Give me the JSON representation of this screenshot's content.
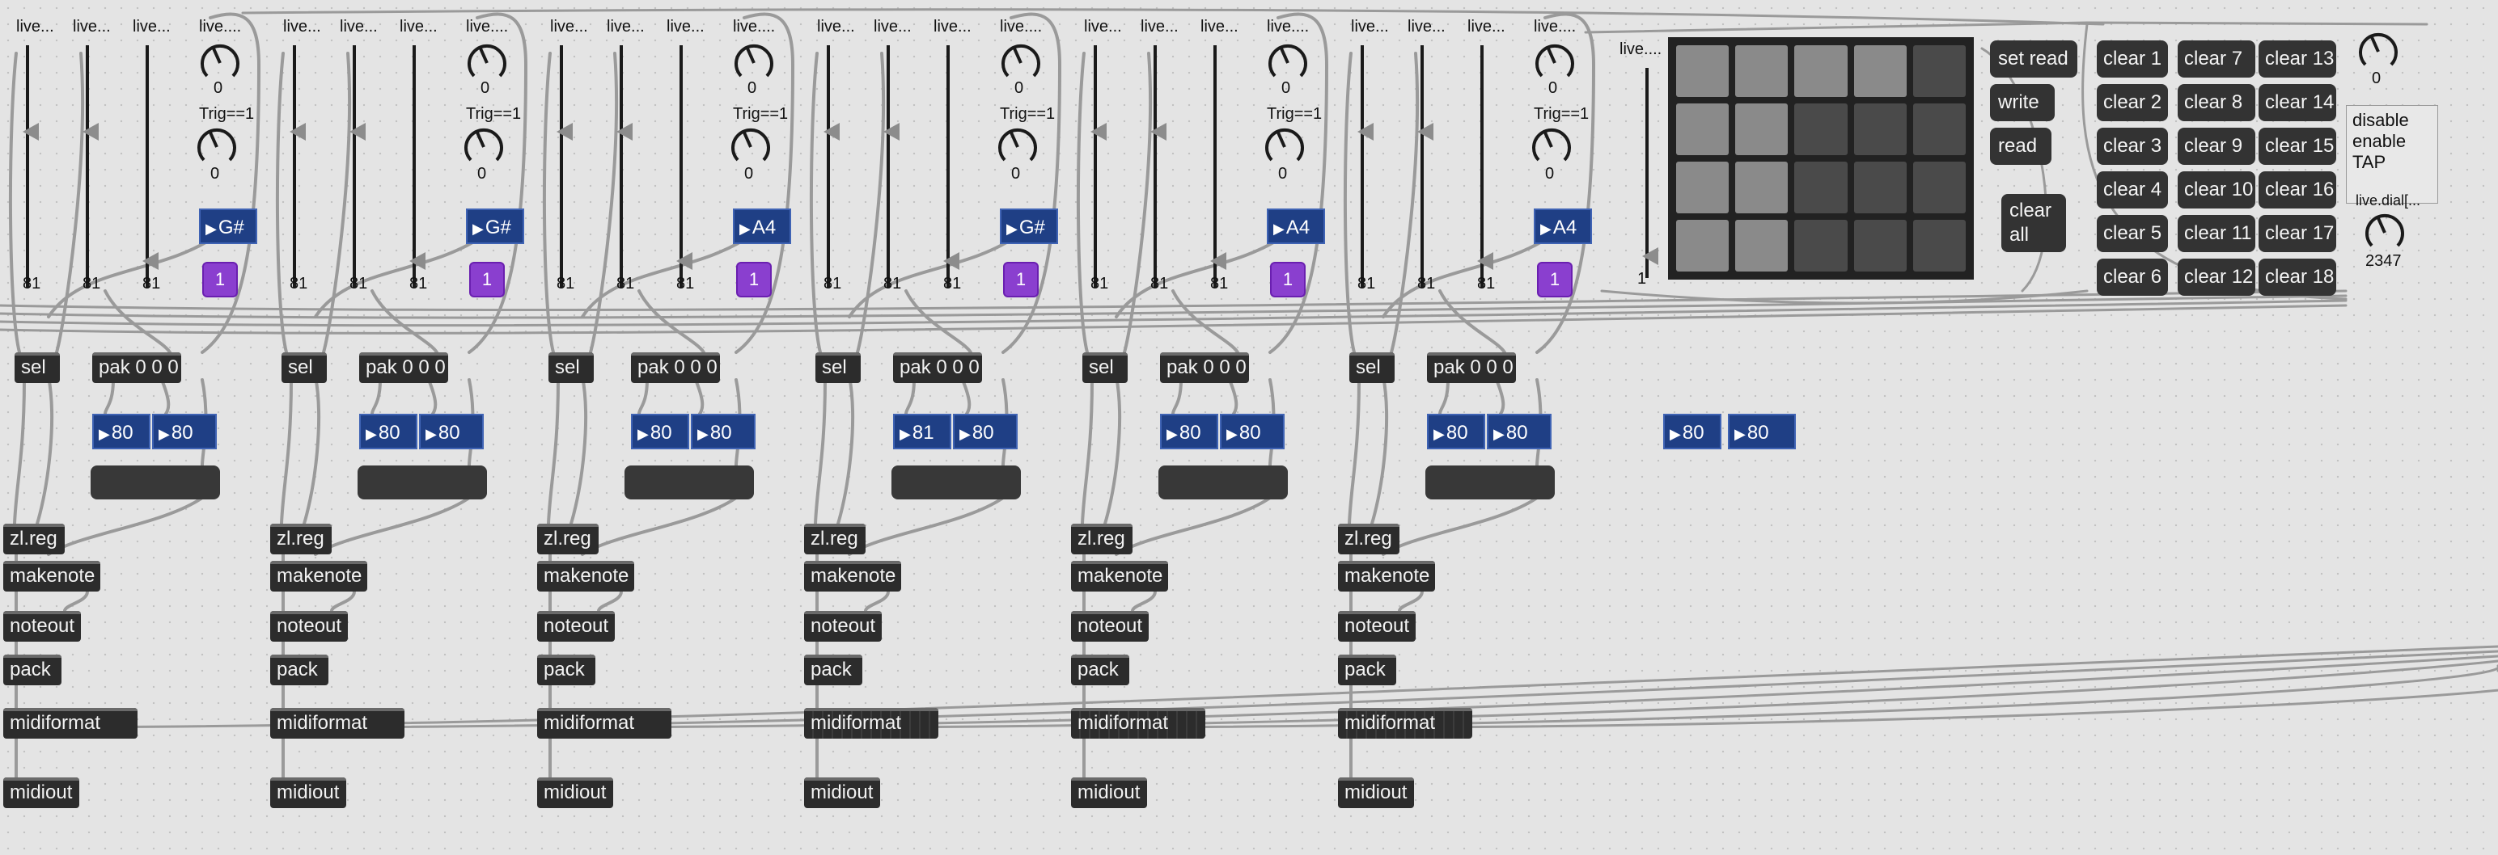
{
  "channel_numbers": [
    "80",
    "80",
    "80",
    "80",
    "80",
    "80",
    "81",
    "80",
    "80",
    "80",
    "80",
    "80",
    "80",
    "80"
  ],
  "strips": [
    {
      "live_labels": [
        "live...",
        "live...",
        "live...",
        "live...."
      ],
      "trig": "Trig==1",
      "knob_values": [
        "0",
        "0"
      ],
      "note": "G#",
      "counter": "1",
      "slider_values": [
        "81",
        "81",
        "81"
      ],
      "show_empty": true
    },
    {
      "live_labels": [
        "live...",
        "live...",
        "live...",
        "live...."
      ],
      "trig": "Trig==1",
      "knob_values": [
        "0",
        "0"
      ],
      "note": "G#",
      "counter": "1",
      "slider_values": [
        "81",
        "81",
        "81"
      ],
      "show_empty": true
    },
    {
      "live_labels": [
        "live...",
        "live...",
        "live...",
        "live...."
      ],
      "trig": "Trig==1",
      "knob_values": [
        "0",
        "0"
      ],
      "note": "A4",
      "counter": "1",
      "slider_values": [
        "81",
        "81",
        "81"
      ],
      "show_empty": true
    },
    {
      "live_labels": [
        "live...",
        "live...",
        "live...",
        "live...."
      ],
      "trig": "Trig==1",
      "knob_values": [
        "0",
        "0"
      ],
      "note": "G#",
      "counter": "1",
      "slider_values": [
        "81",
        "81",
        "81"
      ],
      "show_empty": true
    },
    {
      "live_labels": [
        "live...",
        "live...",
        "live...",
        "live...."
      ],
      "trig": "Trig==1",
      "knob_values": [
        "0",
        "0"
      ],
      "note": "A4",
      "counter": "1",
      "slider_values": [
        "81",
        "81",
        "81"
      ],
      "show_empty": true
    },
    {
      "live_labels": [
        "live...",
        "live...",
        "live...",
        "live...."
      ],
      "trig": "Trig==1",
      "knob_values": [
        "0",
        "0"
      ],
      "note": "A4",
      "counter": "1",
      "slider_values": [
        "81",
        "81",
        "81"
      ],
      "show_empty": true
    }
  ],
  "objects": {
    "sel": "sel",
    "pak": "pak 0 0 0",
    "zlreg": "zl.reg",
    "makenote": "makenote",
    "noteout": "noteout",
    "pack": "pack",
    "midiformat": "midiformat",
    "midiout": "midiout"
  },
  "sequencer": {
    "live_label": "live....",
    "slider_value": "1",
    "buttons": {
      "set_read": "set read",
      "write": "write",
      "read": "read",
      "clear_all": "clear all"
    },
    "clear_buttons": [
      "clear 1",
      "clear 2",
      "clear 3",
      "clear 4",
      "clear 5",
      "clear 6",
      "clear 7",
      "clear 8",
      "clear 9",
      "clear 10",
      "clear 11",
      "clear 12",
      "clear 13",
      "clear 14",
      "clear 15",
      "clear 16",
      "clear 17",
      "clear 18"
    ],
    "knob_top_value": "0",
    "radio_options": [
      "disable",
      "enable"
    ],
    "tap_label": "TAP",
    "dial_label": "live.dial[...",
    "dial_value": "2347",
    "colors": {
      "pad_light": "#8a8a8a",
      "pad_dark": "#4a4a4a",
      "grid_bg": "#222222",
      "note_bg": "#1f3f85",
      "trig_purple": "#8a3fcf"
    }
  }
}
